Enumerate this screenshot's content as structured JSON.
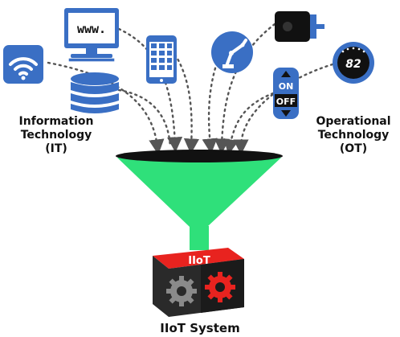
{
  "labels": {
    "it_line1": "Information",
    "it_line2": "Technology",
    "it_line3": "(IT)",
    "ot_line1": "Operational",
    "ot_line2": "Technology",
    "ot_line3": "(OT)",
    "system": "IIoT System",
    "cube_top": "IIoT"
  },
  "icons": {
    "browser_text": "www.",
    "switch_on": "ON",
    "switch_off": "OFF",
    "gauge_value": "82"
  },
  "colors": {
    "icon_blue": "#3a6fc4",
    "funnel_green": "#2fe07a",
    "cube_red": "#e8231f",
    "cube_dark": "#2a2a2a",
    "arrow_gray": "#555555"
  }
}
